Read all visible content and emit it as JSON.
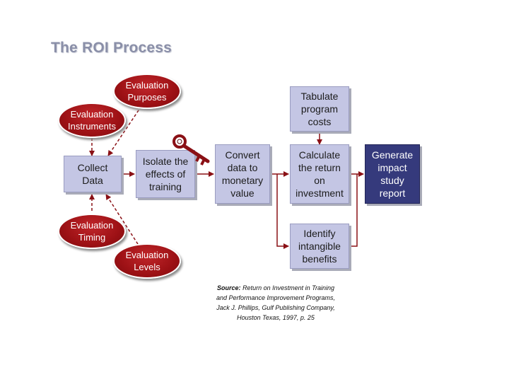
{
  "title": "The ROI Process",
  "ellipses": {
    "evaluation_purposes": "Evaluation\nPurposes",
    "evaluation_instruments": "Evaluation\nInstruments",
    "evaluation_timing": "Evaluation\nTiming",
    "evaluation_levels": "Evaluation\nLevels"
  },
  "boxes": {
    "collect_data": "Collect\nData",
    "isolate_effects": "Isolate the\neffects of\ntraining",
    "convert_data": "Convert\ndata to\nmonetary\nvalue",
    "tabulate_costs": "Tabulate\nprogram\ncosts",
    "calculate_return": "Calculate\nthe return\non\ninvestment",
    "identify_benefits": "Identify\nintangible\nbenefits",
    "generate_report": "Generate\nimpact\nstudy\nreport"
  },
  "source": {
    "label": "Source:",
    "text": "Return on Investment in Training and Performance Improvement Programs, Jack J. Phillips, Gulf Publishing Company, Houston Texas, 1997, p. 25"
  },
  "colors": {
    "box_fill": "#c4c6e4",
    "dark_box_fill": "#353a7c",
    "ellipse_fill": "#9d1115",
    "title_color": "#8a8fa8"
  },
  "icons": [
    "key-icon"
  ]
}
